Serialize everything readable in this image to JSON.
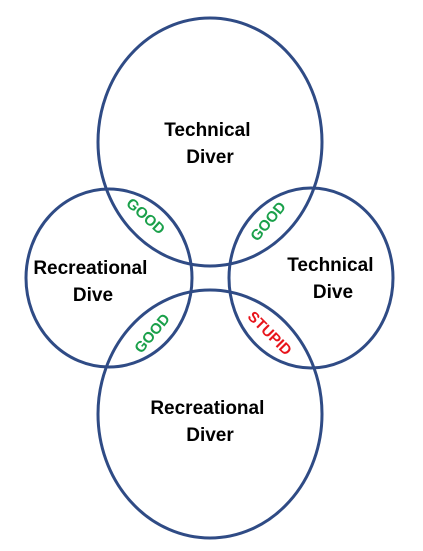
{
  "colors": {
    "circle_stroke": "#2f4b85",
    "good": "#1aa04a",
    "stupid": "#e8141b",
    "label": "#000000",
    "background": "#ffffff"
  },
  "sets": {
    "technical_diver": {
      "line1": "Technical",
      "line2": "Diver"
    },
    "recreational_dive": {
      "line1": "Recreational",
      "line2": "Dive"
    },
    "technical_dive": {
      "line1": "Technical",
      "line2": "Dive"
    },
    "recreational_diver": {
      "line1": "Recreational",
      "line2": "Diver"
    }
  },
  "overlaps": {
    "tech_diver_rec_dive": "GOOD",
    "tech_diver_tech_dive": "GOOD",
    "rec_dive_rec_diver": "GOOD",
    "tech_dive_rec_diver": "STUPID"
  }
}
